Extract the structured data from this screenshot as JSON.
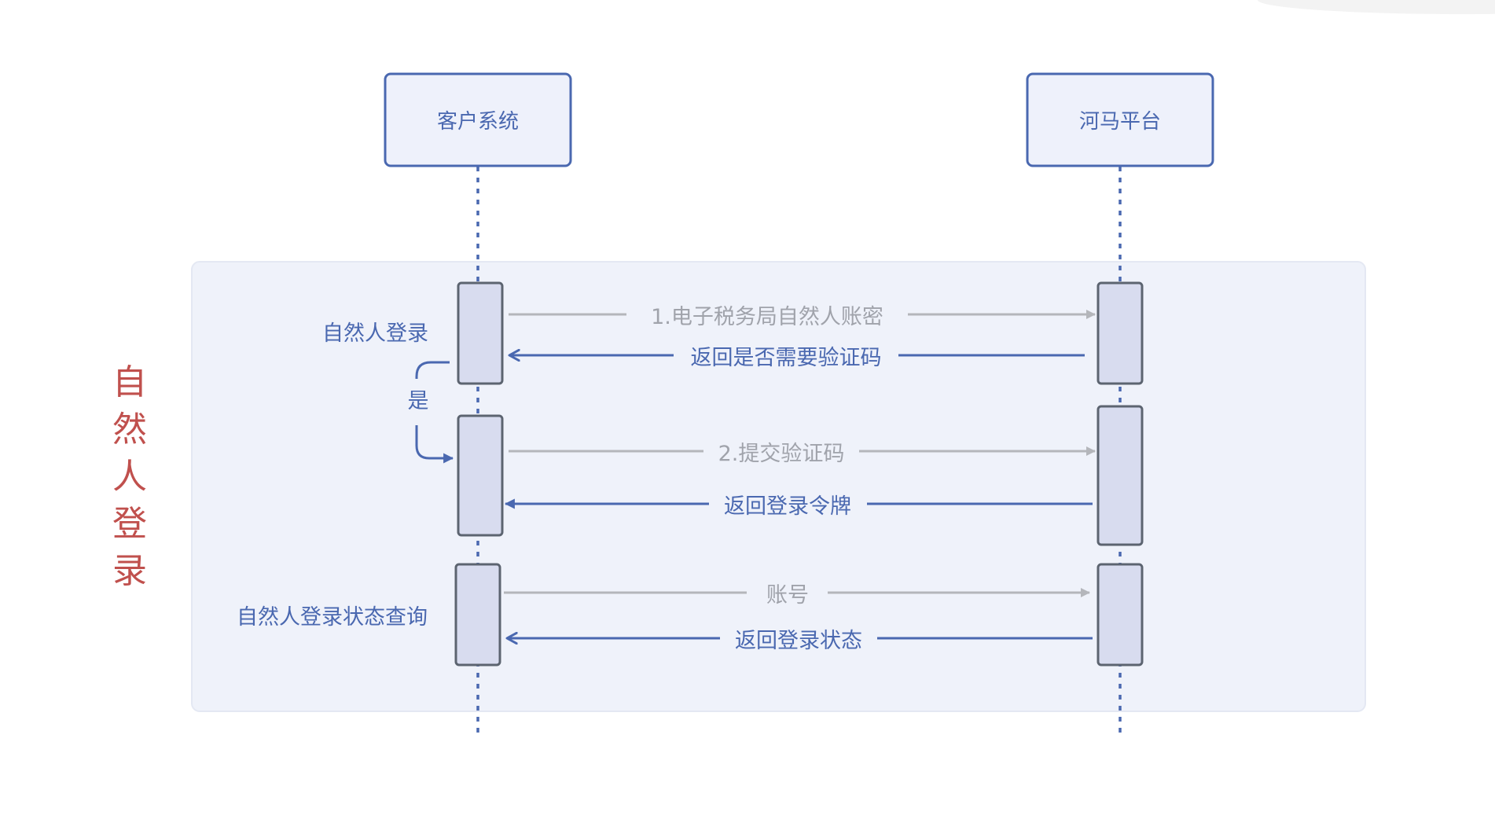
{
  "actors": {
    "left": "客户系统",
    "right": "河马平台"
  },
  "side_title": [
    "自",
    "然",
    "人",
    "登",
    "录"
  ],
  "notes": {
    "login": "自然人登录",
    "yes": "是",
    "status_query": "自然人登录状态查询"
  },
  "messages": {
    "m1": "1.电子税务局自然人账密",
    "m2": "返回是否需要验证码",
    "m3": "2.提交验证码",
    "m4": "返回登录令牌",
    "m5": "账号",
    "m6": "返回登录状态"
  },
  "colors": {
    "blue": "#4a68b0",
    "gray_arrow": "#b4b6bb",
    "gray_text": "#a0a3ab",
    "box_fill": "#d8dcef",
    "box_stroke": "#5c6470",
    "panel": "#eff2fa",
    "actor_fill": "#eef1fb",
    "red": "#c0504d"
  }
}
